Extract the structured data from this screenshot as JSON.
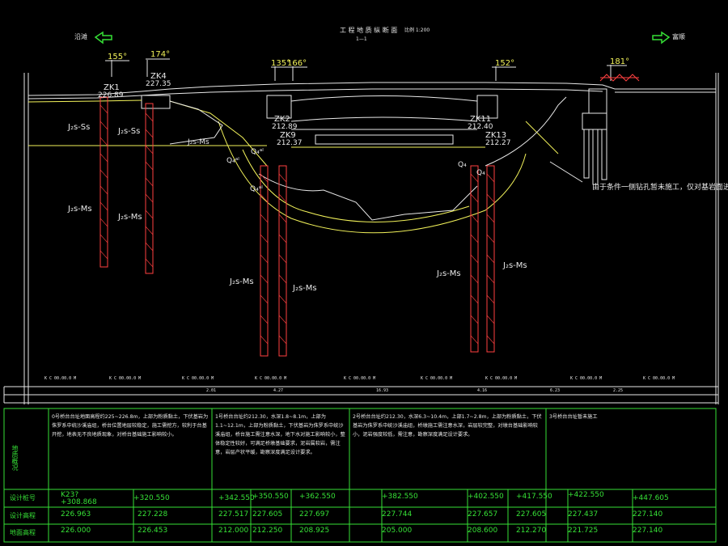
{
  "header": {
    "title": "工 程 地 质 纵 断 面",
    "scale": "比例 1:200",
    "section": "1—1"
  },
  "directions": {
    "left": "沿滩",
    "right": "富顺"
  },
  "angles": [
    "155°",
    "174°",
    "135°",
    "166°",
    "152°",
    "181°"
  ],
  "boreholes": [
    {
      "id": "ZK1",
      "elev": "226.89"
    },
    {
      "id": "ZK4",
      "elev": "227.35"
    },
    {
      "id": "ZK2",
      "elev": "212.89"
    },
    {
      "id": "ZK9",
      "elev": "212.37"
    },
    {
      "id": "ZK11",
      "elev": "212.40"
    },
    {
      "id": "ZK13",
      "elev": "212.27"
    }
  ],
  "layers": [
    "J₂s-Ss",
    "J₂s-Ss",
    "J₂s-Ms",
    "J₂s-Ms",
    "J₂s-Ms",
    "J₂s-Ms",
    "J₂s-Ms",
    "J₂s-Ms",
    "J₂s-Ms"
  ],
  "zone_labels": [
    "Q₄ᵃˡ",
    "Q₄ᵃˡ",
    "Q₄ᵃˡ",
    "Q₄",
    "Q₄"
  ],
  "note_right": "由于条件一侧钻孔暂未施工，仅对基岩面进行示意",
  "table": {
    "row_labels": [
      "地质概况",
      "设计桩号",
      "设计高程",
      "地面高程"
    ],
    "descriptions": [
      "0号桥台台址地面高程约225~226.8m，上部为粉质黏土，下伏基岩为侏罗系中统沙溪庙组，桥台位置地层较稳定，施工需挖方，较利于台基开挖，地表无不良地质现象，对桥台基础施工影响较小。",
      "1号桥台台址约212.30，水深1.8~8.1m，上部为1.1~12.1m，上部为粉质黏土，下伏基岩为侏罗系中统沙溪庙组，桥台施工需注意水深，地下水对施工影响较小，整体稳定性较好，可满足桥墩基础要求，泥岩属软岩，需注意，岩层产状平缓，勘察深度满足设计要求。",
      "2号桥台台址约212.30，水深6.3~10.4m，上部1.7~2.8m，上部为粉质黏土，下伏基岩为侏罗系中统沙溪庙组，桥墩施工需注意水深，岩层较完整，对墩台基础影响较小，泥岩强度较低，需注意，勘察深度满足设计要求。",
      "3号桥台台址暂未施工"
    ],
    "stations": [
      "K23?",
      "+308.868",
      "+320.550",
      "+342.550",
      "+350.550",
      "+362.550",
      "+382.550",
      "+402.550",
      "+417.550",
      "+422.550",
      "+447.605"
    ],
    "design_elev": [
      "226.963",
      "227.228",
      "227.517",
      "227.605",
      "227.697",
      "227.744",
      "227.657",
      "227.605",
      "227.437",
      "227.140"
    ],
    "ground_elev": [
      "226.000",
      "226.453",
      "212.000",
      "212.250",
      "208.925",
      "205.000",
      "208.600",
      "212.270",
      "221.725",
      "227.140"
    ],
    "strip_values": [
      "K C 00.00.0 M",
      "K C 00.00.0 M",
      "K C 00.00.0 M",
      "K C 00.00.0 M",
      "K C 00.00.0 M",
      "K C 00.00.0 M",
      "K C 00.00.0 M",
      "K C 00.00.0 M",
      "K C 00.00.0 M"
    ],
    "strip_small": [
      "2.01",
      "4.27",
      "16.93",
      "4.16",
      "6.23",
      "2.25"
    ]
  },
  "colors": {
    "outline": "#ffffff",
    "soil": "#f2f25a",
    "rock": "#ff4040",
    "table": "#36e036",
    "direction": "#36e036"
  }
}
